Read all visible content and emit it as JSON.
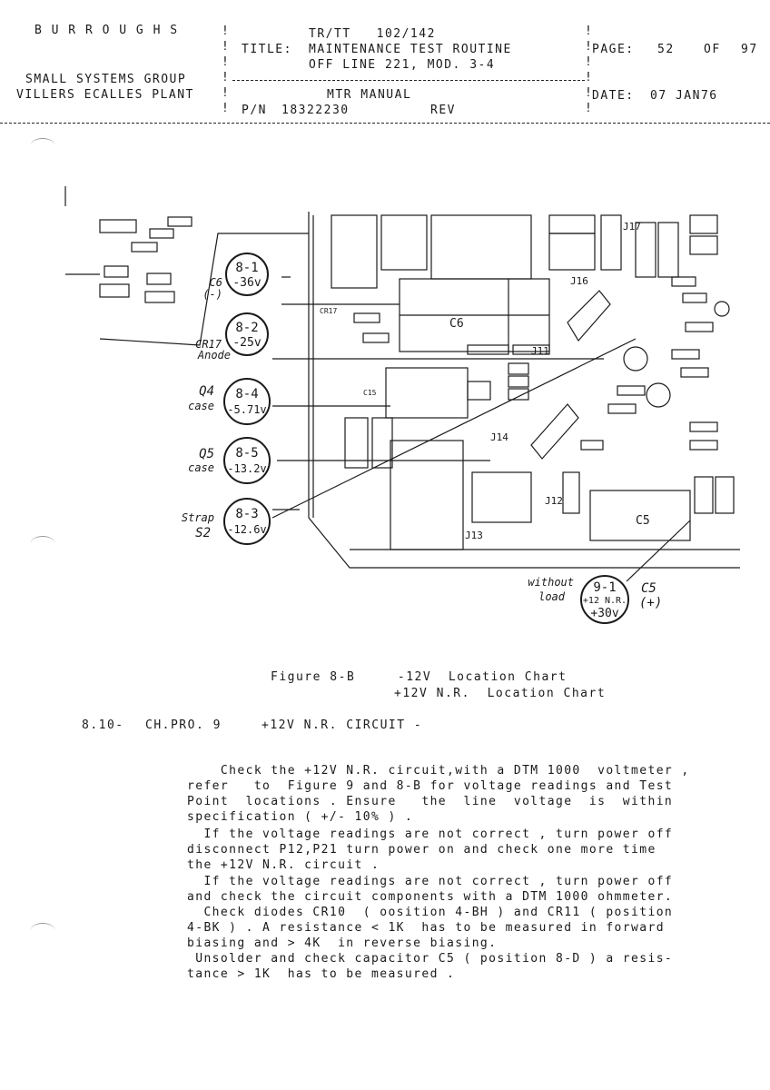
{
  "header": {
    "company": "B U R R O U G H S",
    "group": "SMALL SYSTEMS GROUP",
    "plant": "VILLERS ECALLES PLANT",
    "doc_ref": "TR/TT   102/142",
    "title_label": "TITLE:",
    "title_line1": "MAINTENANCE TEST ROUTINE",
    "title_line2": "OFF LINE 221, MOD. 3-4",
    "manual": "MTR MANUAL",
    "pn_label": "P/N",
    "pn_value": "18322230",
    "rev_label": "REV",
    "page_label": "PAGE:",
    "page_num": "52",
    "page_of": "OF",
    "page_total": "97",
    "date_label": "DATE:",
    "date_value": "07 JAN76"
  },
  "figure": {
    "callouts": [
      {
        "id": "8-1",
        "voltage": "-36v",
        "label": "C6",
        "sublabel": "(-)"
      },
      {
        "id": "8-2",
        "voltage": "-25v",
        "label": "CR17",
        "sublabel": "Anode"
      },
      {
        "id": "8-4",
        "voltage": "-5.71v",
        "label": "Q4",
        "sublabel": "case"
      },
      {
        "id": "8-5",
        "voltage": "-13.2v",
        "label": "Q5",
        "sublabel": "case"
      },
      {
        "id": "8-3",
        "voltage": "-12.6v",
        "label": "Strap",
        "sublabel": "S2"
      }
    ],
    "bottom_callout": {
      "id": "9-1",
      "note": "+12 N.R.",
      "voltage": "+30v",
      "pre1": "without",
      "pre2": "load",
      "label": "C5",
      "sublabel": "(+)"
    },
    "board_labels": [
      "J16",
      "J14",
      "J13",
      "J12",
      "J11",
      "J17",
      "C6",
      "C5",
      "C15",
      "CR17"
    ],
    "caption_line1": "Figure 8-B     -12V  Location Chart",
    "caption_line2": "+12V N.R.  Location Chart"
  },
  "section": {
    "number": "8.10-",
    "code": "CH.PRO. 9",
    "title": "+12V N.R. CIRCUIT -"
  },
  "body": [
    "    Check the +12V N.R. circuit,with a DTM 1000  voltmeter ,",
    "refer   to  Figure 9 and 8-B for voltage readings and Test",
    "Point  locations . Ensure   the  line  voltage  is  within",
    "specification ( +/- 10% ) .",
    "  If the voltage readings are not correct , turn power off",
    "disconnect P12,P21 turn power on and check one more time",
    "the +12V N.R. circuit .",
    "  If the voltage readings are not correct , turn power off",
    "and check the circuit components with a DTM 1000 ohmmeter.",
    "  Check diodes CR10  ( oosition 4-BH ) and CR11 ( position",
    "4-BK ) . A resistance < 1K  has to be measured in forward",
    "biasing and > 4K  in reverse biasing.",
    " Unsolder and check capacitor C5 ( position 8-D ) a resis-",
    "tance > 1K  has to be measured ."
  ]
}
